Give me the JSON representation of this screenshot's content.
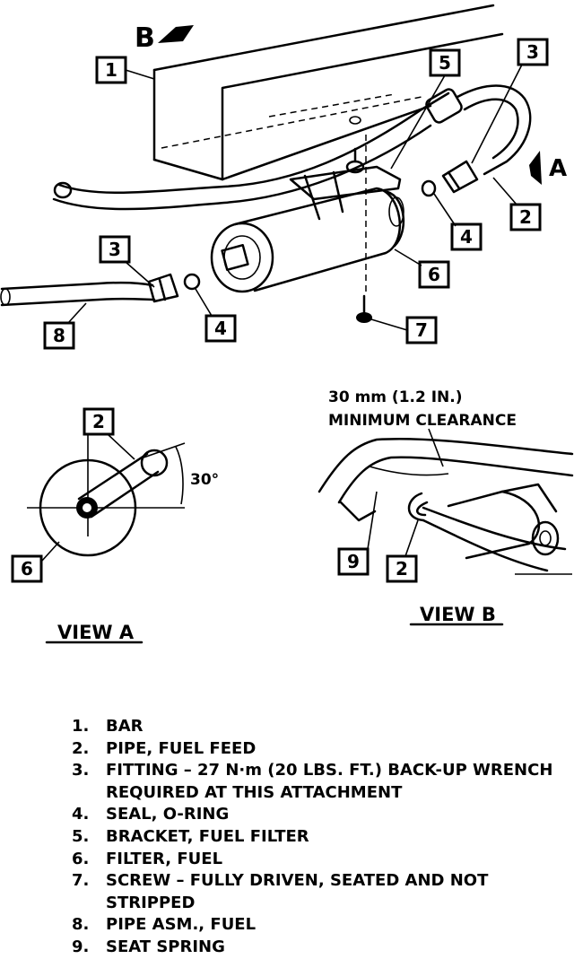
{
  "top_view": {
    "view_markers": {
      "b": "B",
      "a": "A"
    },
    "callouts": [
      "1",
      "5",
      "3",
      "3",
      "2",
      "4",
      "4",
      "6",
      "8",
      "7"
    ]
  },
  "view_a": {
    "callouts": [
      "2",
      "6"
    ],
    "angle_label": "30°",
    "title": "VIEW A"
  },
  "view_b": {
    "clearance_value": "30 mm (1.2 IN.)",
    "clearance_text": "MINIMUM CLEARANCE",
    "callouts": [
      "9",
      "2"
    ],
    "title": "VIEW B"
  },
  "legend": [
    {
      "num": "1.",
      "text": "BAR"
    },
    {
      "num": "2.",
      "text": "PIPE, FUEL FEED"
    },
    {
      "num": "3.",
      "text": "FITTING – 27 N·m (20 LBS. FT.) BACK-UP WRENCH REQUIRED AT THIS ATTACHMENT"
    },
    {
      "num": "4.",
      "text": "SEAL, O-RING"
    },
    {
      "num": "5.",
      "text": "BRACKET, FUEL FILTER"
    },
    {
      "num": "6.",
      "text": "FILTER, FUEL"
    },
    {
      "num": "7.",
      "text": "SCREW – FULLY DRIVEN, SEATED AND NOT STRIPPED"
    },
    {
      "num": "8.",
      "text": "PIPE ASM., FUEL"
    },
    {
      "num": "9.",
      "text": "SEAT SPRING"
    }
  ]
}
